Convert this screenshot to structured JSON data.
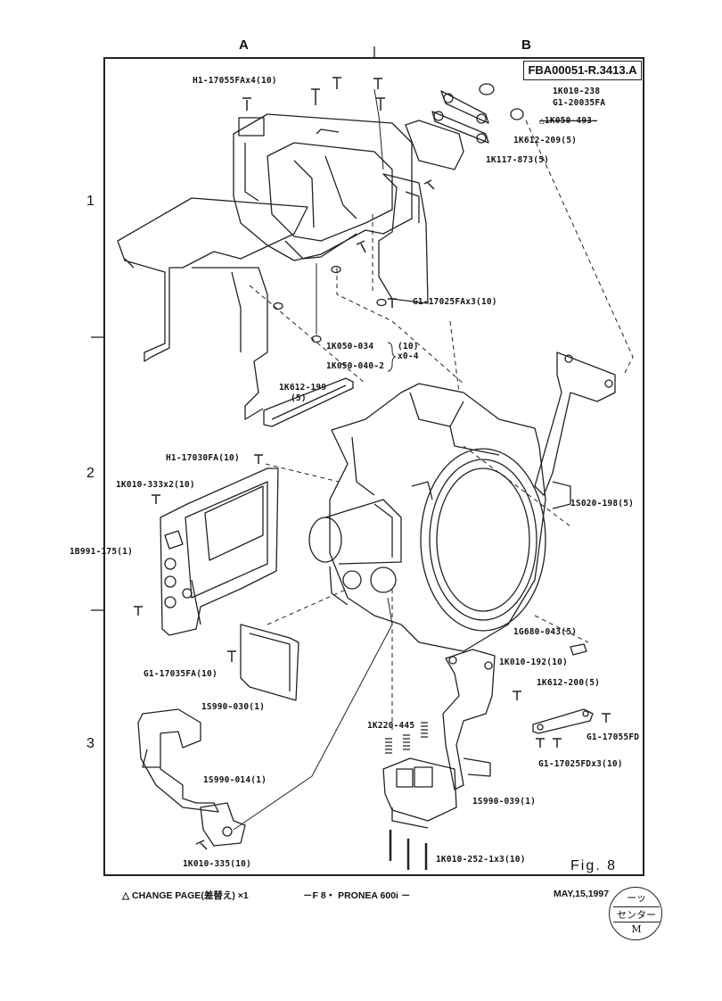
{
  "sheet": {
    "doc_id": "FBA00051-R.3413.A",
    "columns": [
      "A",
      "B"
    ],
    "rows": [
      "1",
      "2",
      "3"
    ],
    "figure": "Fig. 8"
  },
  "parts": {
    "h1_17055fax4": "H1-17055FAx4(10)",
    "k010_238": "1K010-238",
    "g1_20035fa": "G1-20035FA",
    "k050_493": "△1K050-493-",
    "k612_209": "1K612-209(5)",
    "k117_873": "1K117-873(5)",
    "g1_17025fax3": "G1-17025FAx3(10)",
    "k050_034": "1K050-034",
    "k050_040": "1K050-040-2",
    "qty_10": "(10)",
    "qty_x04": "x0-4",
    "k612_199": "1K612-199",
    "k612_199_qty": "(5)",
    "h1_17030fa": "H1-17030FA(10)",
    "k010_333": "1K010-333x2(10)",
    "s020_198": "1S020-198(5)",
    "b991_175": "1B991-175(1)",
    "g680_043": "1G680-043(5)",
    "k010_192": "1K010-192(10)",
    "k612_200": "1K612-200(5)",
    "g1_17035fa": "G1-17035FA(10)",
    "s990_030": "1S990-030(1)",
    "g1_17055fd": "G1-17055FD",
    "k220_445": "1K220-445",
    "g1_17025fdx3": "G1-17025FDx3(10)",
    "s990_014": "1S990-014(1)",
    "s990_039": "1S990-039(1)",
    "k010_335": "1K010-335(10)",
    "k010_252": "1K010-252-1x3(10)"
  },
  "footer": {
    "change_page": "△ CHANGE PAGE(差替え) ×1",
    "page_ref": "－F 8・ PRONEA 600i －",
    "date": "MAY,15,1997"
  },
  "stamp": {
    "line1": "ーッ",
    "line2": "センター",
    "line3": "M"
  }
}
